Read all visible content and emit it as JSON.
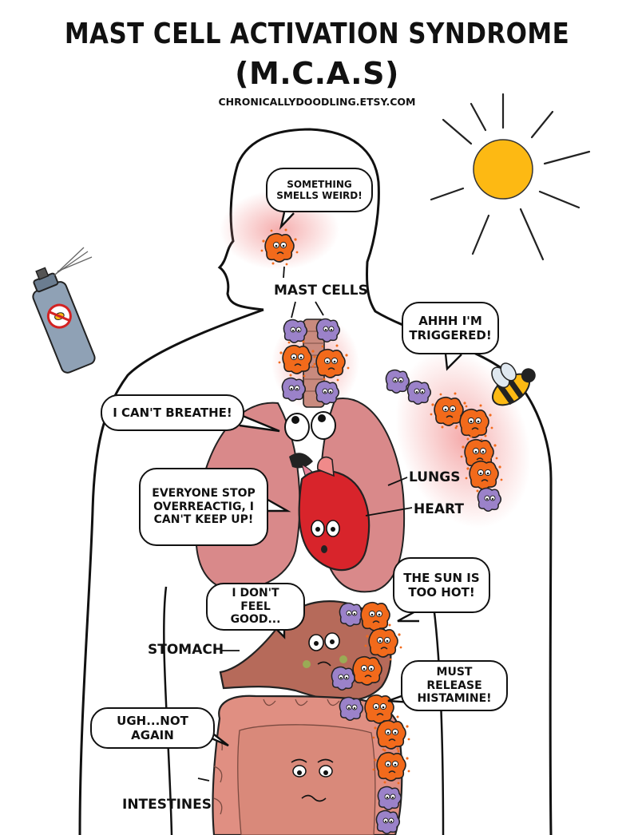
{
  "header": {
    "title": "MAST CELL ACTIVATION SYNDROME",
    "subtitle": "(M.C.A.S)",
    "website": "CHRONICALLYDOODLING.ETSY.COM"
  },
  "bubbles": {
    "smell": "SOMETHING SMELLS WEIRD!",
    "triggered": "AHHH I'M TRIGGERED!",
    "breathe": "I CAN'T BREATHE!",
    "overreact": "EVERYONE STOP OVERREACTIG, I CAN'T KEEP UP!",
    "feel_good": "I DON'T FEEL GOOD...",
    "sun": "THE SUN IS TOO HOT!",
    "histamine": "MUST RELEASE HISTAMINE!",
    "not_again": "UGH...NOT AGAIN"
  },
  "labels": {
    "mast_cells": "MAST CELLS",
    "lungs": "LUNGS",
    "heart": "HEART",
    "stomach": "STOMACH",
    "intestines": "INTESTINES"
  },
  "colors": {
    "mast_cell": "#f26a1b",
    "mast_cell_purple": "#9b82c9",
    "lungs": "#d9898a",
    "heart": "#d8242b",
    "stomach": "#b66a5a",
    "intestines": "#e08f82",
    "sun": "#fdb913",
    "inflammation": "#f6b9b9"
  },
  "icons": [
    "sun-icon",
    "spray-can-icon",
    "bee-icon",
    "mast-cell-icon"
  ]
}
